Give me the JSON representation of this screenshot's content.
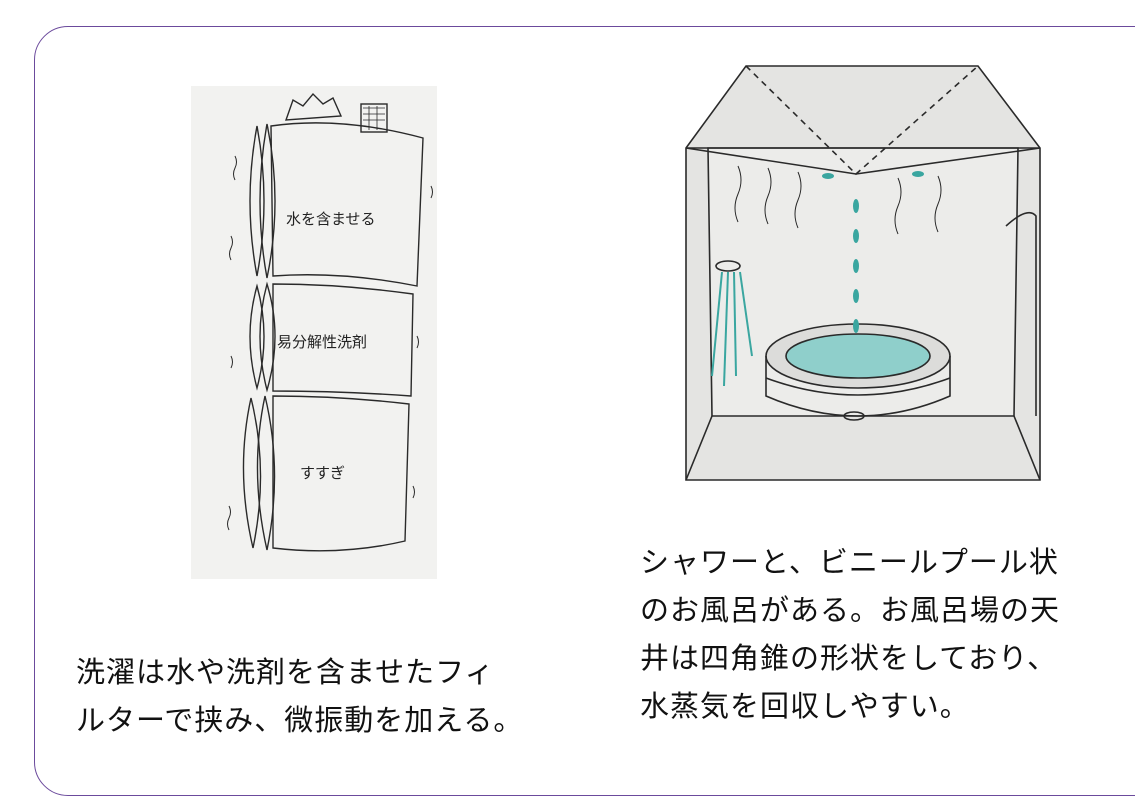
{
  "filter_illustration": {
    "labels": [
      "水を含ませる",
      "易分解性洗剤",
      "すすぎ"
    ]
  },
  "captions": {
    "left": [
      "洗濯は水や洗剤を含ませたフィ",
      "ルターで挟み、微振動を加える。"
    ],
    "right": [
      "シャワーと、ビニールプール状",
      "のお風呂がある。お風呂場の天",
      "井は四角錐の形状をしており、",
      "水蒸気を回収しやすい。"
    ]
  },
  "colors": {
    "frame_border": "#6b4a9c",
    "water": "#3aa6a0",
    "sketch_line": "#2a2a2a",
    "wall": "#e4e4e2"
  }
}
